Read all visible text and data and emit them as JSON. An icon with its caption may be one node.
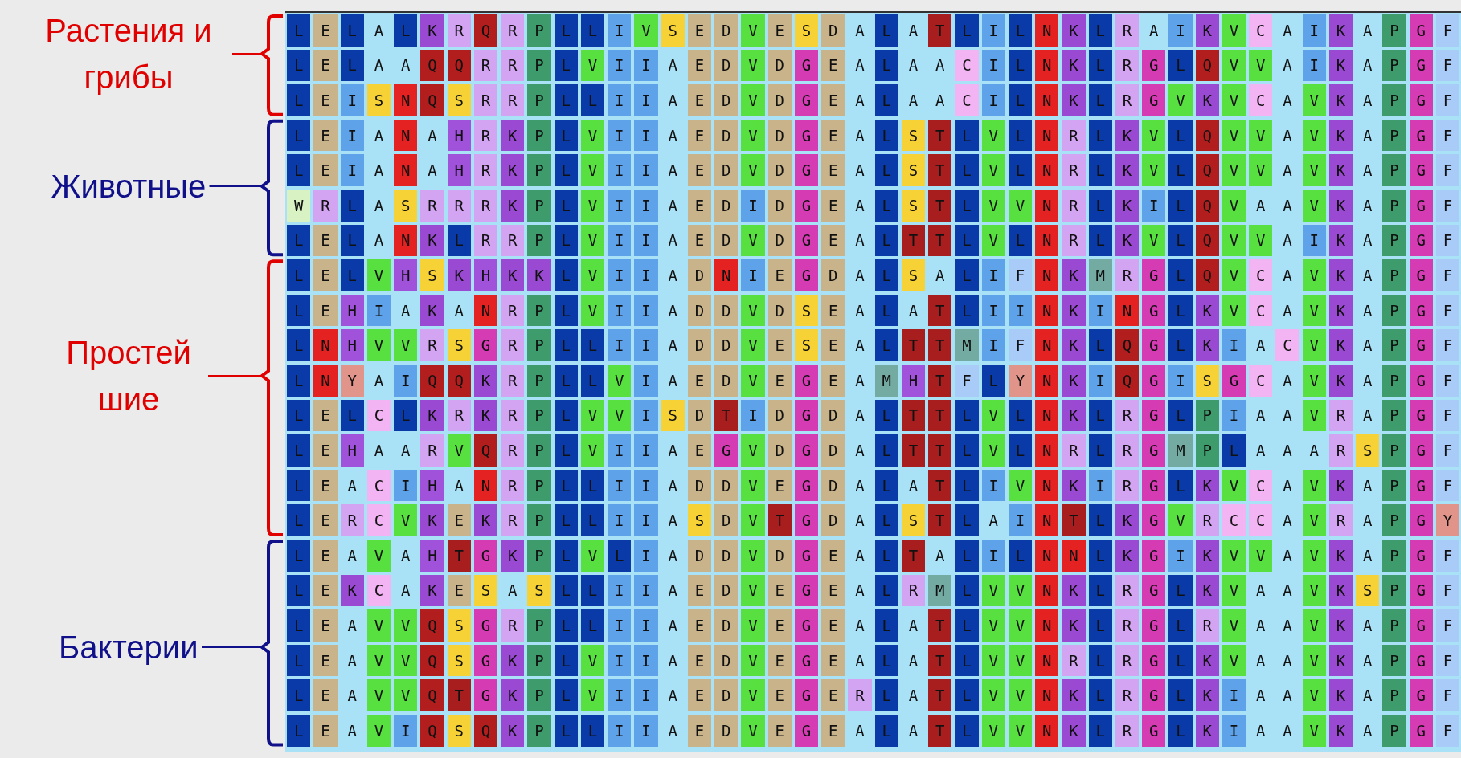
{
  "diagram": {
    "nodes": [
      {
        "text": [
          "Растения и грибы"
        ]
      },
      {
        "text": [],
        "shape": "bracket"
      },
      {
        "text": [
          "Животные"
        ]
      },
      {
        "text": [],
        "shape": "bracket"
      },
      {
        "text": [
          "Простей шие"
        ]
      },
      {
        "text": [],
        "shape": "bracket"
      },
      {
        "text": [
          "Бактерии"
        ]
      },
      {
        "text": [],
        "shape": "bracket"
      }
    ],
    "edges": [
      {
        "from": 0,
        "to": 1,
        "arrow": "none",
        "color": "#e00000"
      },
      {
        "from": 2,
        "to": 3,
        "arrow": "none",
        "color": "#10108a"
      },
      {
        "from": 4,
        "to": 5,
        "arrow": "none",
        "color": "#e00000"
      },
      {
        "from": 6,
        "to": 7,
        "arrow": "none",
        "color": "#10108a"
      }
    ],
    "labels": [
      "L",
      "E",
      "L",
      "A",
      "L",
      "K",
      "R",
      "Q",
      "R",
      "P",
      "L",
      "L",
      "I",
      "V",
      "S",
      "E",
      "D",
      "V",
      "E",
      "S",
      "D",
      "A",
      "L",
      "A",
      "T",
      "L",
      "I",
      "L",
      "N",
      "K",
      "L",
      "R",
      "A",
      "I",
      "K",
      "V",
      "C",
      "A",
      "I",
      "K",
      "A",
      "P",
      "G",
      "F",
      "L",
      "E",
      "L",
      "A",
      "A",
      "Q",
      "Q",
      "R",
      "R",
      "P",
      "L",
      "V",
      "I",
      "I",
      "A",
      "E",
      "D",
      "V",
      "D",
      "G",
      "E",
      "A",
      "L",
      "A",
      "A",
      "C",
      "I",
      "L",
      "N",
      "K",
      "L",
      "R",
      "G",
      "L",
      "Q",
      "V",
      "V",
      "A",
      "I",
      "K",
      "A",
      "P",
      "G",
      "F",
      "L",
      "E",
      "I",
      "S",
      "N",
      "Q",
      "S",
      "R",
      "R",
      "P",
      "L",
      "L",
      "I",
      "I",
      "A",
      "E",
      "D",
      "V",
      "D",
      "G",
      "E",
      "A",
      "L",
      "A",
      "A",
      "C",
      "I",
      "L",
      "N",
      "K",
      "L",
      "R",
      "G",
      "V",
      "K",
      "V",
      "C",
      "A",
      "V",
      "K",
      "A",
      "P",
      "G",
      "F",
      "L",
      "E",
      "I",
      "A",
      "N",
      "A",
      "H",
      "R",
      "K",
      "P",
      "L",
      "V",
      "I",
      "I",
      "A",
      "E",
      "D",
      "V",
      "D",
      "G",
      "E",
      "A",
      "L",
      "S",
      "T",
      "L",
      "V",
      "L",
      "N",
      "R",
      "L",
      "K",
      "V",
      "L",
      "Q",
      "V",
      "V",
      "A",
      "V",
      "K",
      "A",
      "P",
      "G",
      "F",
      "L",
      "E",
      "I",
      "A",
      "N",
      "A",
      "H",
      "R",
      "K",
      "P",
      "L",
      "V",
      "I",
      "I",
      "A",
      "E",
      "D",
      "V",
      "D",
      "G",
      "E",
      "A",
      "L",
      "S",
      "T",
      "L",
      "V",
      "L",
      "N",
      "R",
      "L",
      "K",
      "V",
      "L",
      "Q",
      "V",
      "V",
      "A",
      "V",
      "K",
      "A",
      "P",
      "G",
      "F",
      "W",
      "R",
      "L",
      "A",
      "S",
      "R",
      "R",
      "R",
      "K",
      "P",
      "L",
      "V",
      "I",
      "I",
      "A",
      "E",
      "D",
      "I",
      "D",
      "G",
      "E",
      "A",
      "L",
      "S",
      "T",
      "L",
      "V",
      "V",
      "N",
      "R",
      "L",
      "K",
      "I",
      "L",
      "Q",
      "V",
      "A",
      "A",
      "V",
      "K",
      "A",
      "P",
      "G",
      "F",
      "L",
      "E",
      "L",
      "A",
      "N",
      "K",
      "L",
      "R",
      "R",
      "P",
      "L",
      "V",
      "I",
      "I",
      "A",
      "E",
      "D",
      "V",
      "D",
      "G",
      "E",
      "A",
      "L",
      "T",
      "T",
      "L",
      "V",
      "L",
      "N",
      "R",
      "L",
      "K",
      "V",
      "L",
      "Q",
      "V",
      "V",
      "A",
      "I",
      "K",
      "A",
      "P",
      "G",
      "F",
      "L",
      "E",
      "L",
      "V",
      "H",
      "S",
      "K",
      "H",
      "K",
      "K",
      "L",
      "V",
      "I",
      "I",
      "A",
      "D",
      "N",
      "I",
      "E",
      "G",
      "D",
      "A",
      "L",
      "S",
      "A",
      "L",
      "I",
      "F",
      "N",
      "K",
      "M",
      "R",
      "G",
      "L",
      "Q",
      "V",
      "C",
      "A",
      "V",
      "K",
      "A",
      "P",
      "G",
      "F",
      "L",
      "E",
      "H",
      "I",
      "A",
      "K",
      "A",
      "N",
      "R",
      "P",
      "L",
      "V",
      "I",
      "I",
      "A",
      "D",
      "D",
      "V",
      "D",
      "S",
      "E",
      "A",
      "L",
      "A",
      "T",
      "L",
      "I",
      "I",
      "N",
      "K",
      "I",
      "N",
      "G",
      "L",
      "K",
      "V",
      "C",
      "A",
      "V",
      "K",
      "A",
      "P",
      "G",
      "F",
      "L",
      "N",
      "H",
      "V",
      "V",
      "R",
      "S",
      "G",
      "R",
      "P",
      "L",
      "L",
      "I",
      "I",
      "A",
      "D",
      "D",
      "V",
      "E",
      "S",
      "E",
      "A",
      "L",
      "T",
      "T",
      "M",
      "I",
      "F",
      "N",
      "K",
      "L",
      "Q",
      "G",
      "L",
      "K",
      "I",
      "A",
      "C",
      "V",
      "K",
      "A",
      "P",
      "G",
      "F",
      "L",
      "N",
      "Y",
      "A",
      "I",
      "Q",
      "Q",
      "K",
      "R",
      "P",
      "L",
      "L",
      "V",
      "I",
      "A",
      "E",
      "D",
      "V",
      "E",
      "G",
      "E",
      "A",
      "M",
      "H",
      "T",
      "F",
      "L",
      "Y",
      "N",
      "K",
      "I",
      "Q",
      "G",
      "I",
      "S",
      "G",
      "C",
      "A",
      "V",
      "K",
      "A",
      "P",
      "G",
      "F",
      "L",
      "E",
      "L",
      "C",
      "L",
      "K",
      "R",
      "K",
      "R",
      "P",
      "L",
      "V",
      "V",
      "I",
      "S",
      "D",
      "T",
      "I",
      "D",
      "G",
      "D",
      "A",
      "L",
      "T",
      "T",
      "L",
      "V",
      "L",
      "N",
      "K",
      "L",
      "R",
      "G",
      "L",
      "P",
      "I",
      "A",
      "A",
      "V",
      "R",
      "A",
      "P",
      "G",
      "F",
      "L",
      "E",
      "H",
      "A",
      "A",
      "R",
      "V",
      "Q",
      "R",
      "P",
      "L",
      "V",
      "I",
      "I",
      "A",
      "E",
      "G",
      "V",
      "D",
      "G",
      "D",
      "A",
      "L",
      "T",
      "T",
      "L",
      "V",
      "L",
      "N",
      "R",
      "L",
      "R",
      "G",
      "M",
      "P",
      "L",
      "A",
      "A",
      "A",
      "R",
      "S",
      "P",
      "G",
      "F",
      "L",
      "E",
      "A",
      "C",
      "I",
      "H",
      "A",
      "N",
      "R",
      "P",
      "L",
      "L",
      "I",
      "I",
      "A",
      "D",
      "D",
      "V",
      "E",
      "G",
      "D",
      "A",
      "L",
      "A",
      "T",
      "L",
      "I",
      "V",
      "N",
      "K",
      "I",
      "R",
      "G",
      "L",
      "K",
      "V",
      "C",
      "A",
      "V",
      "K",
      "A",
      "P",
      "G",
      "F",
      "L",
      "E",
      "R",
      "C",
      "V",
      "K",
      "E",
      "K",
      "R",
      "P",
      "L",
      "L",
      "I",
      "I",
      "A",
      "S",
      "D",
      "V",
      "T",
      "G",
      "D",
      "A",
      "L",
      "S",
      "T",
      "L",
      "A",
      "I",
      "N",
      "T",
      "L",
      "K",
      "G",
      "V",
      "R",
      "C",
      "C",
      "A",
      "V",
      "R",
      "A",
      "P",
      "G",
      "Y",
      "L",
      "E",
      "A",
      "V",
      "A",
      "H",
      "T",
      "G",
      "K",
      "P",
      "L",
      "V",
      "L",
      "I",
      "A",
      "D",
      "D",
      "V",
      "D",
      "G",
      "E",
      "A",
      "L",
      "T",
      "A",
      "L",
      "I",
      "L",
      "N",
      "N",
      "L",
      "K",
      "G",
      "I",
      "K",
      "V",
      "V",
      "A",
      "V",
      "K",
      "A",
      "P",
      "G",
      "F",
      "L",
      "E",
      "K",
      "C",
      "A",
      "K",
      "E",
      "S",
      "A",
      "S",
      "L",
      "L",
      "I",
      "I",
      "A",
      "E",
      "D",
      "V",
      "E",
      "G",
      "E",
      "A",
      "L",
      "R",
      "M",
      "L",
      "V",
      "V",
      "N",
      "K",
      "L",
      "R",
      "G",
      "L",
      "K",
      "V",
      "A",
      "A",
      "V",
      "K",
      "S",
      "P",
      "G",
      "F",
      "L",
      "E",
      "A",
      "V",
      "V",
      "Q",
      "S",
      "G",
      "R",
      "P",
      "L",
      "L",
      "I",
      "I",
      "A",
      "E",
      "D",
      "V",
      "E",
      "G",
      "E",
      "A",
      "L",
      "A",
      "T",
      "L",
      "V",
      "V",
      "N",
      "K",
      "L",
      "R",
      "G",
      "L",
      "R",
      "V",
      "A",
      "A",
      "V",
      "K",
      "A",
      "P",
      "G",
      "F",
      "L",
      "E",
      "A",
      "V",
      "V",
      "Q",
      "S",
      "G",
      "K",
      "P",
      "L",
      "V",
      "I",
      "I",
      "A",
      "E",
      "D",
      "V",
      "E",
      "G",
      "E",
      "A",
      "L",
      "A",
      "T",
      "L",
      "V",
      "V",
      "N",
      "R",
      "L",
      "R",
      "G",
      "L",
      "K",
      "V",
      "A",
      "A",
      "V",
      "K",
      "A",
      "P",
      "G",
      "F",
      "L",
      "E",
      "A",
      "V",
      "V",
      "Q",
      "T",
      "G",
      "K",
      "P",
      "L",
      "V",
      "I",
      "I",
      "A",
      "E",
      "D",
      "V",
      "E",
      "G",
      "E",
      "R",
      "L",
      "A",
      "T",
      "L",
      "V",
      "V",
      "N",
      "K",
      "L",
      "R",
      "G",
      "L",
      "K",
      "I",
      "A",
      "A",
      "V",
      "K",
      "A",
      "P",
      "G",
      "F",
      "L",
      "E",
      "A",
      "V",
      "I",
      "Q",
      "S",
      "Q",
      "K",
      "P",
      "L",
      "L",
      "I",
      "I",
      "A",
      "E",
      "D",
      "V",
      "E",
      "G",
      "E",
      "A",
      "L",
      "A",
      "T",
      "L",
      "V",
      "V",
      "N",
      "K",
      "L",
      "R",
      "G",
      "L",
      "K",
      "I",
      "A",
      "A",
      "V",
      "K",
      "A",
      "P",
      "G",
      "F"
    ]
  }
}
